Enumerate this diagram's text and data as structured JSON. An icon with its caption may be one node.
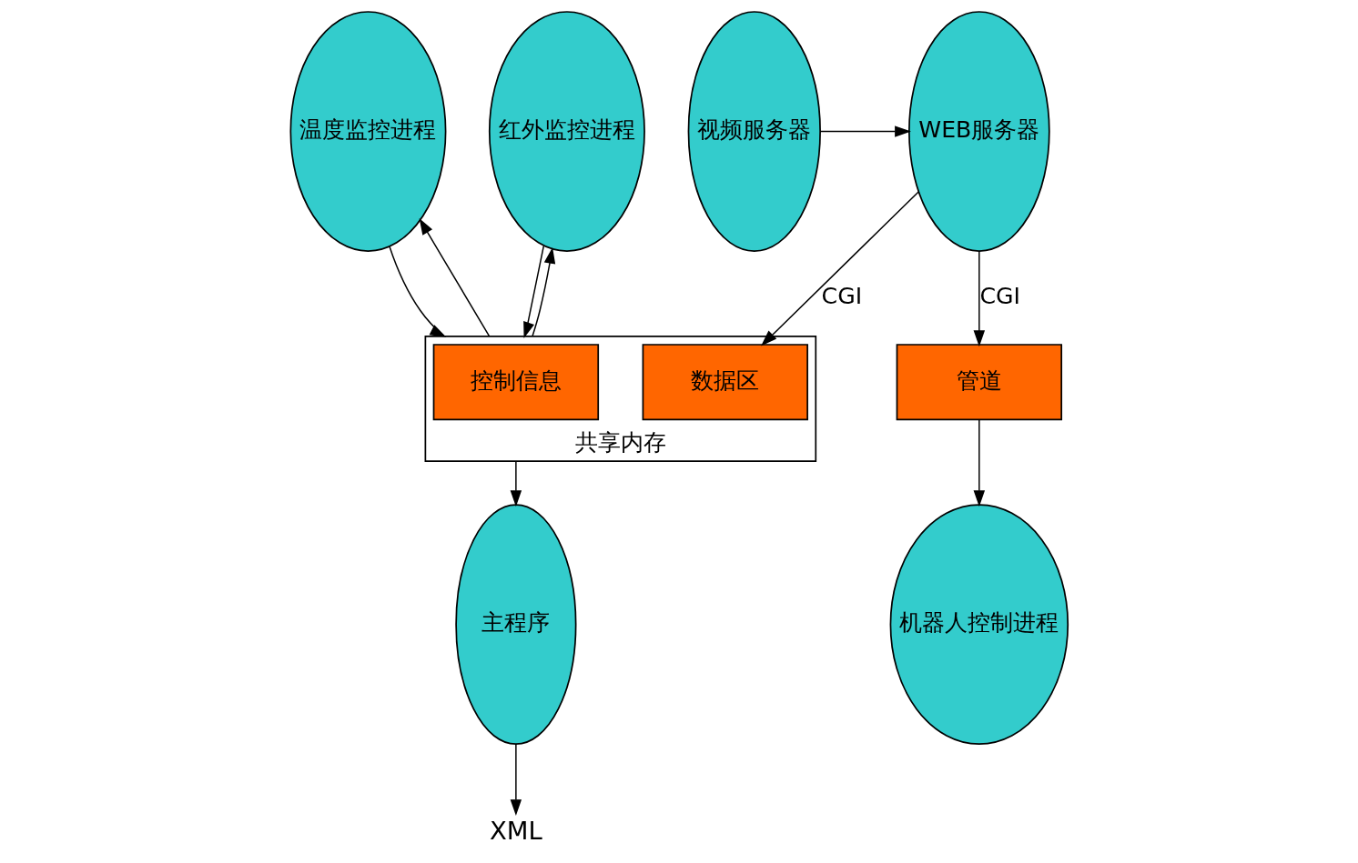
{
  "diagram": {
    "nodes": [
      {
        "text": [
          "温度监控进程"
        ]
      },
      {
        "text": [
          "红外监控进程"
        ]
      },
      {
        "text": [
          "视频服务器"
        ]
      },
      {
        "text": [
          "WEB服务器"
        ]
      },
      {
        "text": [
          "管道"
        ]
      },
      {
        "text": [
          "共享内存"
        ]
      },
      {
        "text": [
          "控制信息"
        ],
        "in": 5
      },
      {
        "text": [
          "数据区"
        ],
        "in": 5
      },
      {
        "text": [
          "主程序"
        ]
      },
      {
        "text": [
          "机器人控制进程"
        ]
      },
      {
        "text": [
          "XML"
        ]
      }
    ],
    "edges": [
      {
        "from": 0,
        "to": 5,
        "arrow": "to"
      },
      {
        "from": 5,
        "to": 0,
        "arrow": "to"
      },
      {
        "from": 1,
        "to": 5,
        "arrow": "to"
      },
      {
        "from": 5,
        "to": 1,
        "arrow": "to"
      },
      {
        "from": 2,
        "to": 3,
        "arrow": "to"
      },
      {
        "from": 3,
        "to": 4,
        "arrow": "to",
        "label": "CGI"
      },
      {
        "from": 3,
        "to": 7,
        "arrow": "to",
        "label": "CGI"
      },
      {
        "from": 4,
        "to": 9,
        "arrow": "to"
      },
      {
        "from": 5,
        "to": 8,
        "arrow": "to"
      },
      {
        "from": 8,
        "to": 10,
        "arrow": "to"
      }
    ]
  }
}
